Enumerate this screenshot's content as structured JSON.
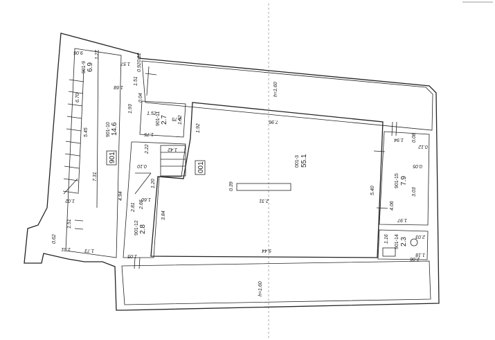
{
  "rooms": [
    {
      "id": "901-9",
      "area": "6.9"
    },
    {
      "id": "901-10",
      "area": "14.6"
    },
    {
      "id": "901-11",
      "area": "2.7"
    },
    {
      "id": "901-12",
      "area": "2.8"
    },
    {
      "id": "001-3",
      "area": "55.1"
    },
    {
      "id": "901-15",
      "area": "7.9"
    },
    {
      "id": "901-14",
      "area": "2.3"
    }
  ],
  "block_tags": [
    "901",
    "001"
  ],
  "heights": [
    "h=1.60",
    "h=1.60"
  ],
  "dims": {
    "d906": "9.06",
    "d127": "1.27",
    "d157": "1.57",
    "d012": "0.12",
    "d092": "0.92",
    "d151": "1.51",
    "d168": "1.68",
    "d004": "0.04",
    "d670": "6.70",
    "d545": "5.45",
    "d193": "1.93",
    "d731": "7.31",
    "d102": "1.02",
    "d152a": "1.52",
    "d175a": "1.75",
    "d175b": "1.75",
    "d152b": "1.52",
    "d192": "1.92",
    "d796": "7.96",
    "d222": "2.22",
    "d142": "1.42",
    "d010": "0.10",
    "d494": "4.94",
    "d120": "1.20",
    "d039": "0.39",
    "d231": "2.31",
    "d266": "2.66",
    "d281": "2.81",
    "d160": "1.60",
    "d384": "3.84",
    "d540": "5.40",
    "d194": "1.94",
    "d008": "0.08",
    "d012b": "0.12",
    "d005": "0.05",
    "d303": "3.03",
    "d406": "4.06",
    "d197": "1.97",
    "d944": "9.44",
    "d116": "1.16",
    "d203": "2.03",
    "d206": "2.06",
    "d118": "1.18",
    "d151b": "1.51",
    "d062": "0.62",
    "d101": "1.01",
    "d173": "1.73",
    "d105": "1.05"
  }
}
